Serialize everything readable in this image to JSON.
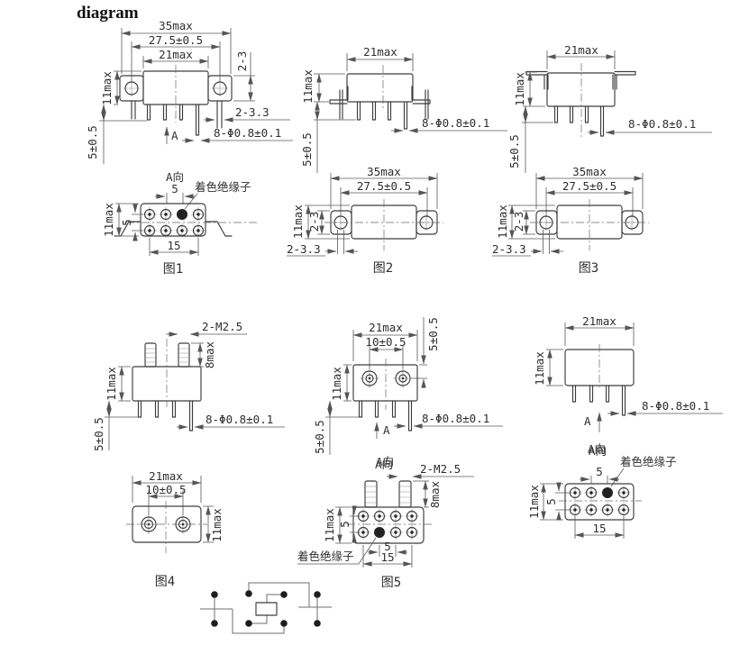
{
  "header": {
    "title": "diagram"
  },
  "labels": {
    "d35": "35max",
    "d275": "27.5±0.5",
    "d21": "21max",
    "d23": "2-3",
    "d11": "11max",
    "d5t": "5±0.5",
    "d233": "2-3.3",
    "d8phi": "8-Φ0.8±0.1",
    "d2m25": "2-M2.5",
    "d8max": "8max",
    "d10": "10±0.5",
    "d5": "5",
    "d15": "15",
    "a": "A",
    "a_view": "A向",
    "insulator": "着色绝缘子"
  },
  "figures": {
    "fig1": "图1",
    "fig2": "图2",
    "fig3": "图3",
    "fig4": "图4",
    "fig5": "图5"
  }
}
